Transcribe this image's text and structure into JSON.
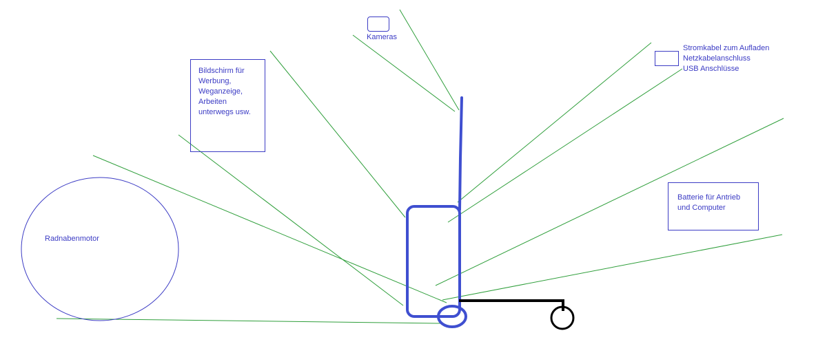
{
  "labels": {
    "camera": "Kameras",
    "screen": [
      "Bildschirm für",
      "Werbung,",
      "Weganzeige,",
      "Arbeiten",
      "unterwegs usw."
    ],
    "power": [
      "Stromkabel zum Aufladen",
      "Netzkabelanschluss",
      "USB Anschlüsse"
    ],
    "battery": [
      "Batterie für Antrieb",
      "und Computer"
    ],
    "motor": "Radnabenmotor"
  },
  "colors": {
    "outline": "#3b3bc4",
    "pointer_line": "#2e9e3a",
    "scooter_body": "#3f4fd0",
    "frame": "#000000"
  }
}
